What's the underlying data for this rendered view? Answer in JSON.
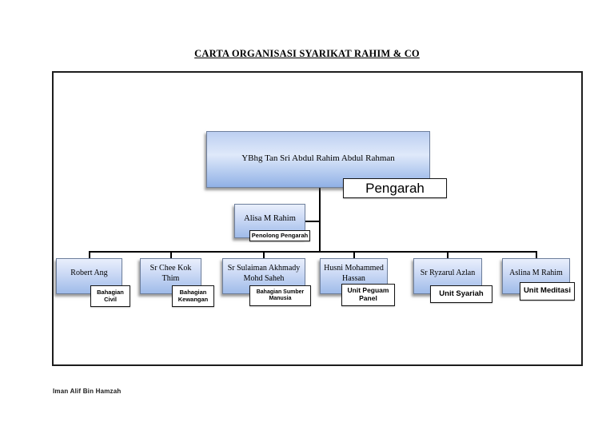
{
  "page": {
    "title": "CARTA ORGANISASI SYARIKAT RAHIM & CO",
    "footer": "Iman Alif Bin Hamzah"
  },
  "colors": {
    "node_fill_light": "#e9effc",
    "node_fill_dark": "#9fbbe9",
    "node_border": "#6e7f9c",
    "connector": "#000000",
    "tag_background": "#ffffff"
  },
  "org": {
    "director": {
      "name": "YBhg Tan Sri Abdul Rahim Abdul Rahman",
      "tag": "Pengarah"
    },
    "assistant": {
      "name": "Alisa M Rahim",
      "tag": "Penolong Pengarah"
    },
    "departments": [
      {
        "name": "Robert Ang",
        "tag": "Bahagian\nCivil"
      },
      {
        "name": "Sr Chee Kok Thim",
        "tag": "Bahagian\nKewangan"
      },
      {
        "name": "Sr Sulaiman Akhmady Mohd Saheh",
        "tag": "Bahagian Sumber\nManusia"
      },
      {
        "name": "Husni Mohammed Hassan",
        "tag": "Unit Peguam\nPanel"
      },
      {
        "name": "Sr Ryzarul Azlan",
        "tag": "Unit Syariah"
      },
      {
        "name": "Aslina M Rahim",
        "tag": "Unit Meditasi"
      }
    ]
  }
}
